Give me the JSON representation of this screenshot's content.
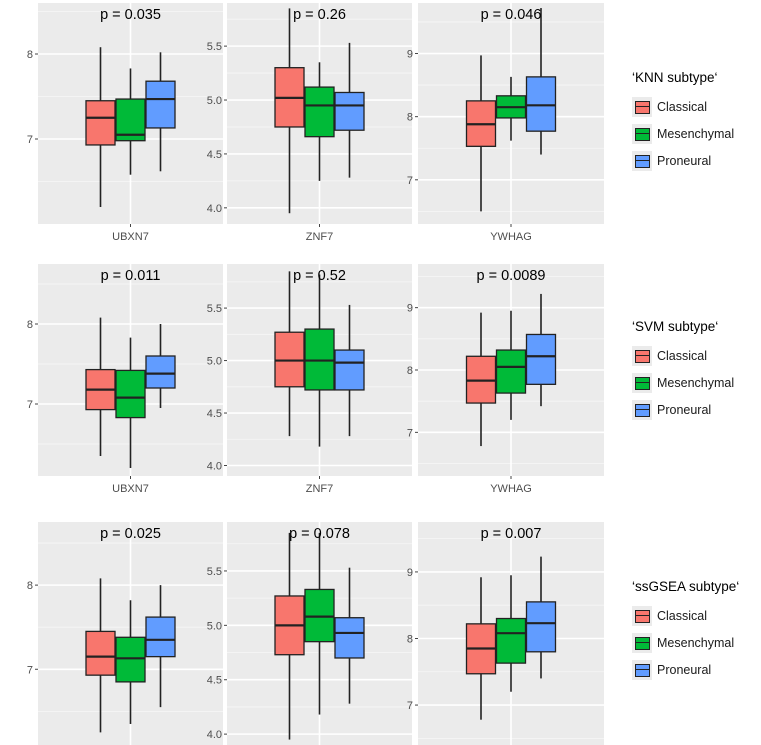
{
  "colors": {
    "Classical": "#f8766d",
    "Mesenchymal": "#00ba38",
    "Proneural": "#619cff",
    "panel_bg": "#ebebeb"
  },
  "legends": [
    {
      "title": "‘KNN subtype‘",
      "items": [
        "Classical",
        "Mesenchymal",
        "Proneural"
      ]
    },
    {
      "title": "‘SVM subtype‘",
      "items": [
        "Classical",
        "Mesenchymal",
        "Proneural"
      ]
    },
    {
      "title": "‘ssGSEA subtype‘",
      "items": [
        "Classical",
        "Mesenchymal",
        "Proneural"
      ]
    }
  ],
  "chart_data": [
    {
      "type": "box",
      "row": 0,
      "col": 0,
      "title": "p = 0.035",
      "xlabel": "UBXN7",
      "ylim": [
        6.0,
        8.6
      ],
      "yticks": [
        7,
        8
      ],
      "series": [
        {
          "name": "Classical",
          "min": 6.2,
          "q1": 6.93,
          "median": 7.25,
          "q3": 7.45,
          "max": 8.08
        },
        {
          "name": "Mesenchymal",
          "min": 6.58,
          "q1": 6.98,
          "median": 7.05,
          "q3": 7.47,
          "max": 7.83
        },
        {
          "name": "Proneural",
          "min": 6.62,
          "q1": 7.13,
          "median": 7.47,
          "q3": 7.68,
          "max": 8.02
        }
      ]
    },
    {
      "type": "box",
      "row": 0,
      "col": 1,
      "title": "p = 0.26",
      "xlabel": "ZNF7",
      "ylim": [
        3.85,
        5.9
      ],
      "yticks": [
        4.0,
        4.5,
        5.0,
        5.5
      ],
      "series": [
        {
          "name": "Classical",
          "min": 3.95,
          "q1": 4.75,
          "median": 5.02,
          "q3": 5.3,
          "max": 5.85
        },
        {
          "name": "Mesenchymal",
          "min": 4.25,
          "q1": 4.66,
          "median": 4.95,
          "q3": 5.12,
          "max": 5.35
        },
        {
          "name": "Proneural",
          "min": 4.28,
          "q1": 4.72,
          "median": 4.95,
          "q3": 5.07,
          "max": 5.53
        }
      ]
    },
    {
      "type": "box",
      "row": 0,
      "col": 2,
      "title": "p = 0.046",
      "xlabel": "YWHAG",
      "ylim": [
        6.3,
        9.8
      ],
      "yticks": [
        7,
        8,
        9
      ],
      "series": [
        {
          "name": "Classical",
          "min": 6.5,
          "q1": 7.53,
          "median": 7.88,
          "q3": 8.25,
          "max": 8.97
        },
        {
          "name": "Mesenchymal",
          "min": 7.62,
          "q1": 7.98,
          "median": 8.15,
          "q3": 8.33,
          "max": 8.63
        },
        {
          "name": "Proneural",
          "min": 7.4,
          "q1": 7.77,
          "median": 8.18,
          "q3": 8.63,
          "max": 9.72
        }
      ]
    },
    {
      "type": "box",
      "row": 1,
      "col": 0,
      "title": "p = 0.011",
      "xlabel": "UBXN7",
      "ylim": [
        6.1,
        8.75
      ],
      "yticks": [
        7,
        8
      ],
      "series": [
        {
          "name": "Classical",
          "min": 6.35,
          "q1": 6.93,
          "median": 7.18,
          "q3": 7.43,
          "max": 8.08
        },
        {
          "name": "Mesenchymal",
          "min": 6.2,
          "q1": 6.83,
          "median": 7.08,
          "q3": 7.42,
          "max": 7.83
        },
        {
          "name": "Proneural",
          "min": 6.95,
          "q1": 7.2,
          "median": 7.38,
          "q3": 7.6,
          "max": 8.0
        }
      ]
    },
    {
      "type": "box",
      "row": 1,
      "col": 1,
      "title": "p = 0.52",
      "xlabel": "ZNF7",
      "ylim": [
        3.9,
        5.92
      ],
      "yticks": [
        4.0,
        4.5,
        5.0,
        5.5
      ],
      "series": [
        {
          "name": "Classical",
          "min": 4.28,
          "q1": 4.75,
          "median": 5.0,
          "q3": 5.27,
          "max": 5.85
        },
        {
          "name": "Mesenchymal",
          "min": 4.18,
          "q1": 4.72,
          "median": 5.0,
          "q3": 5.3,
          "max": 5.82
        },
        {
          "name": "Proneural",
          "min": 4.28,
          "q1": 4.72,
          "median": 4.98,
          "q3": 5.1,
          "max": 5.53
        }
      ]
    },
    {
      "type": "box",
      "row": 1,
      "col": 2,
      "title": "p = 0.0089",
      "xlabel": "YWHAG",
      "ylim": [
        6.3,
        9.7
      ],
      "yticks": [
        7,
        8,
        9
      ],
      "series": [
        {
          "name": "Classical",
          "min": 6.78,
          "q1": 7.47,
          "median": 7.83,
          "q3": 8.22,
          "max": 8.92
        },
        {
          "name": "Mesenchymal",
          "min": 7.2,
          "q1": 7.63,
          "median": 8.05,
          "q3": 8.32,
          "max": 8.95
        },
        {
          "name": "Proneural",
          "min": 7.42,
          "q1": 7.77,
          "median": 8.22,
          "q3": 8.57,
          "max": 9.22
        }
      ]
    },
    {
      "type": "box",
      "row": 2,
      "col": 0,
      "title": "p = 0.025",
      "xlabel": "",
      "ylim": [
        6.1,
        8.75
      ],
      "yticks": [
        7,
        8
      ],
      "series": [
        {
          "name": "Classical",
          "min": 6.25,
          "q1": 6.93,
          "median": 7.15,
          "q3": 7.45,
          "max": 8.08
        },
        {
          "name": "Mesenchymal",
          "min": 6.35,
          "q1": 6.85,
          "median": 7.13,
          "q3": 7.38,
          "max": 7.82
        },
        {
          "name": "Proneural",
          "min": 6.55,
          "q1": 7.15,
          "median": 7.35,
          "q3": 7.62,
          "max": 8.0
        }
      ]
    },
    {
      "type": "box",
      "row": 2,
      "col": 1,
      "title": "p = 0.078",
      "xlabel": "",
      "ylim": [
        3.9,
        5.95
      ],
      "yticks": [
        4.0,
        4.5,
        5.0,
        5.5
      ],
      "series": [
        {
          "name": "Classical",
          "min": 3.95,
          "q1": 4.73,
          "median": 5.0,
          "q3": 5.27,
          "max": 5.85
        },
        {
          "name": "Mesenchymal",
          "min": 4.18,
          "q1": 4.85,
          "median": 5.08,
          "q3": 5.33,
          "max": 5.85
        },
        {
          "name": "Proneural",
          "min": 4.28,
          "q1": 4.7,
          "median": 4.93,
          "q3": 5.07,
          "max": 5.53
        }
      ]
    },
    {
      "type": "box",
      "row": 2,
      "col": 2,
      "title": "p = 0.007",
      "xlabel": "",
      "ylim": [
        6.4,
        9.75
      ],
      "yticks": [
        7,
        8,
        9
      ],
      "series": [
        {
          "name": "Classical",
          "min": 6.78,
          "q1": 7.47,
          "median": 7.85,
          "q3": 8.22,
          "max": 8.92
        },
        {
          "name": "Mesenchymal",
          "min": 7.2,
          "q1": 7.63,
          "median": 8.08,
          "q3": 8.3,
          "max": 8.95
        },
        {
          "name": "Proneural",
          "min": 7.4,
          "q1": 7.8,
          "median": 8.23,
          "q3": 8.55,
          "max": 9.23
        }
      ]
    }
  ]
}
